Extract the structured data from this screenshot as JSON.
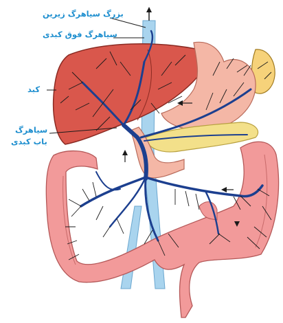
{
  "labels": {
    "ivc": "بزرگ سیاهرگ زیرین",
    "hepatic_vein": "سیاهرگ فوق کبدی",
    "liver": "کبد",
    "portal_vein_line1": "سیاهرگ",
    "portal_vein_line2": "باب کبدی"
  },
  "colors": {
    "label_text": "#1f8fcf",
    "liver_fill": "#d9574c",
    "stomach_fill": "#f4b7a6",
    "intestine_fill": "#f29a9a",
    "pancreas_fill": "#f3e08a",
    "spleen_fill": "#f6d27a",
    "vena_cava_fill": "#a9d4ee",
    "portal_vessels": "#1c3f8f",
    "small_vessels": "#1a1a1a"
  }
}
